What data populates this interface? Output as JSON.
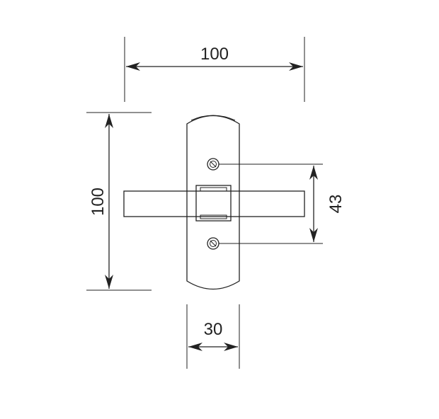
{
  "dimensions": {
    "lever_length": "100",
    "plate_height": "100",
    "screw_spacing": "43",
    "plate_width": "30"
  },
  "colors": {
    "stroke": "#222222",
    "background": "#ffffff"
  }
}
